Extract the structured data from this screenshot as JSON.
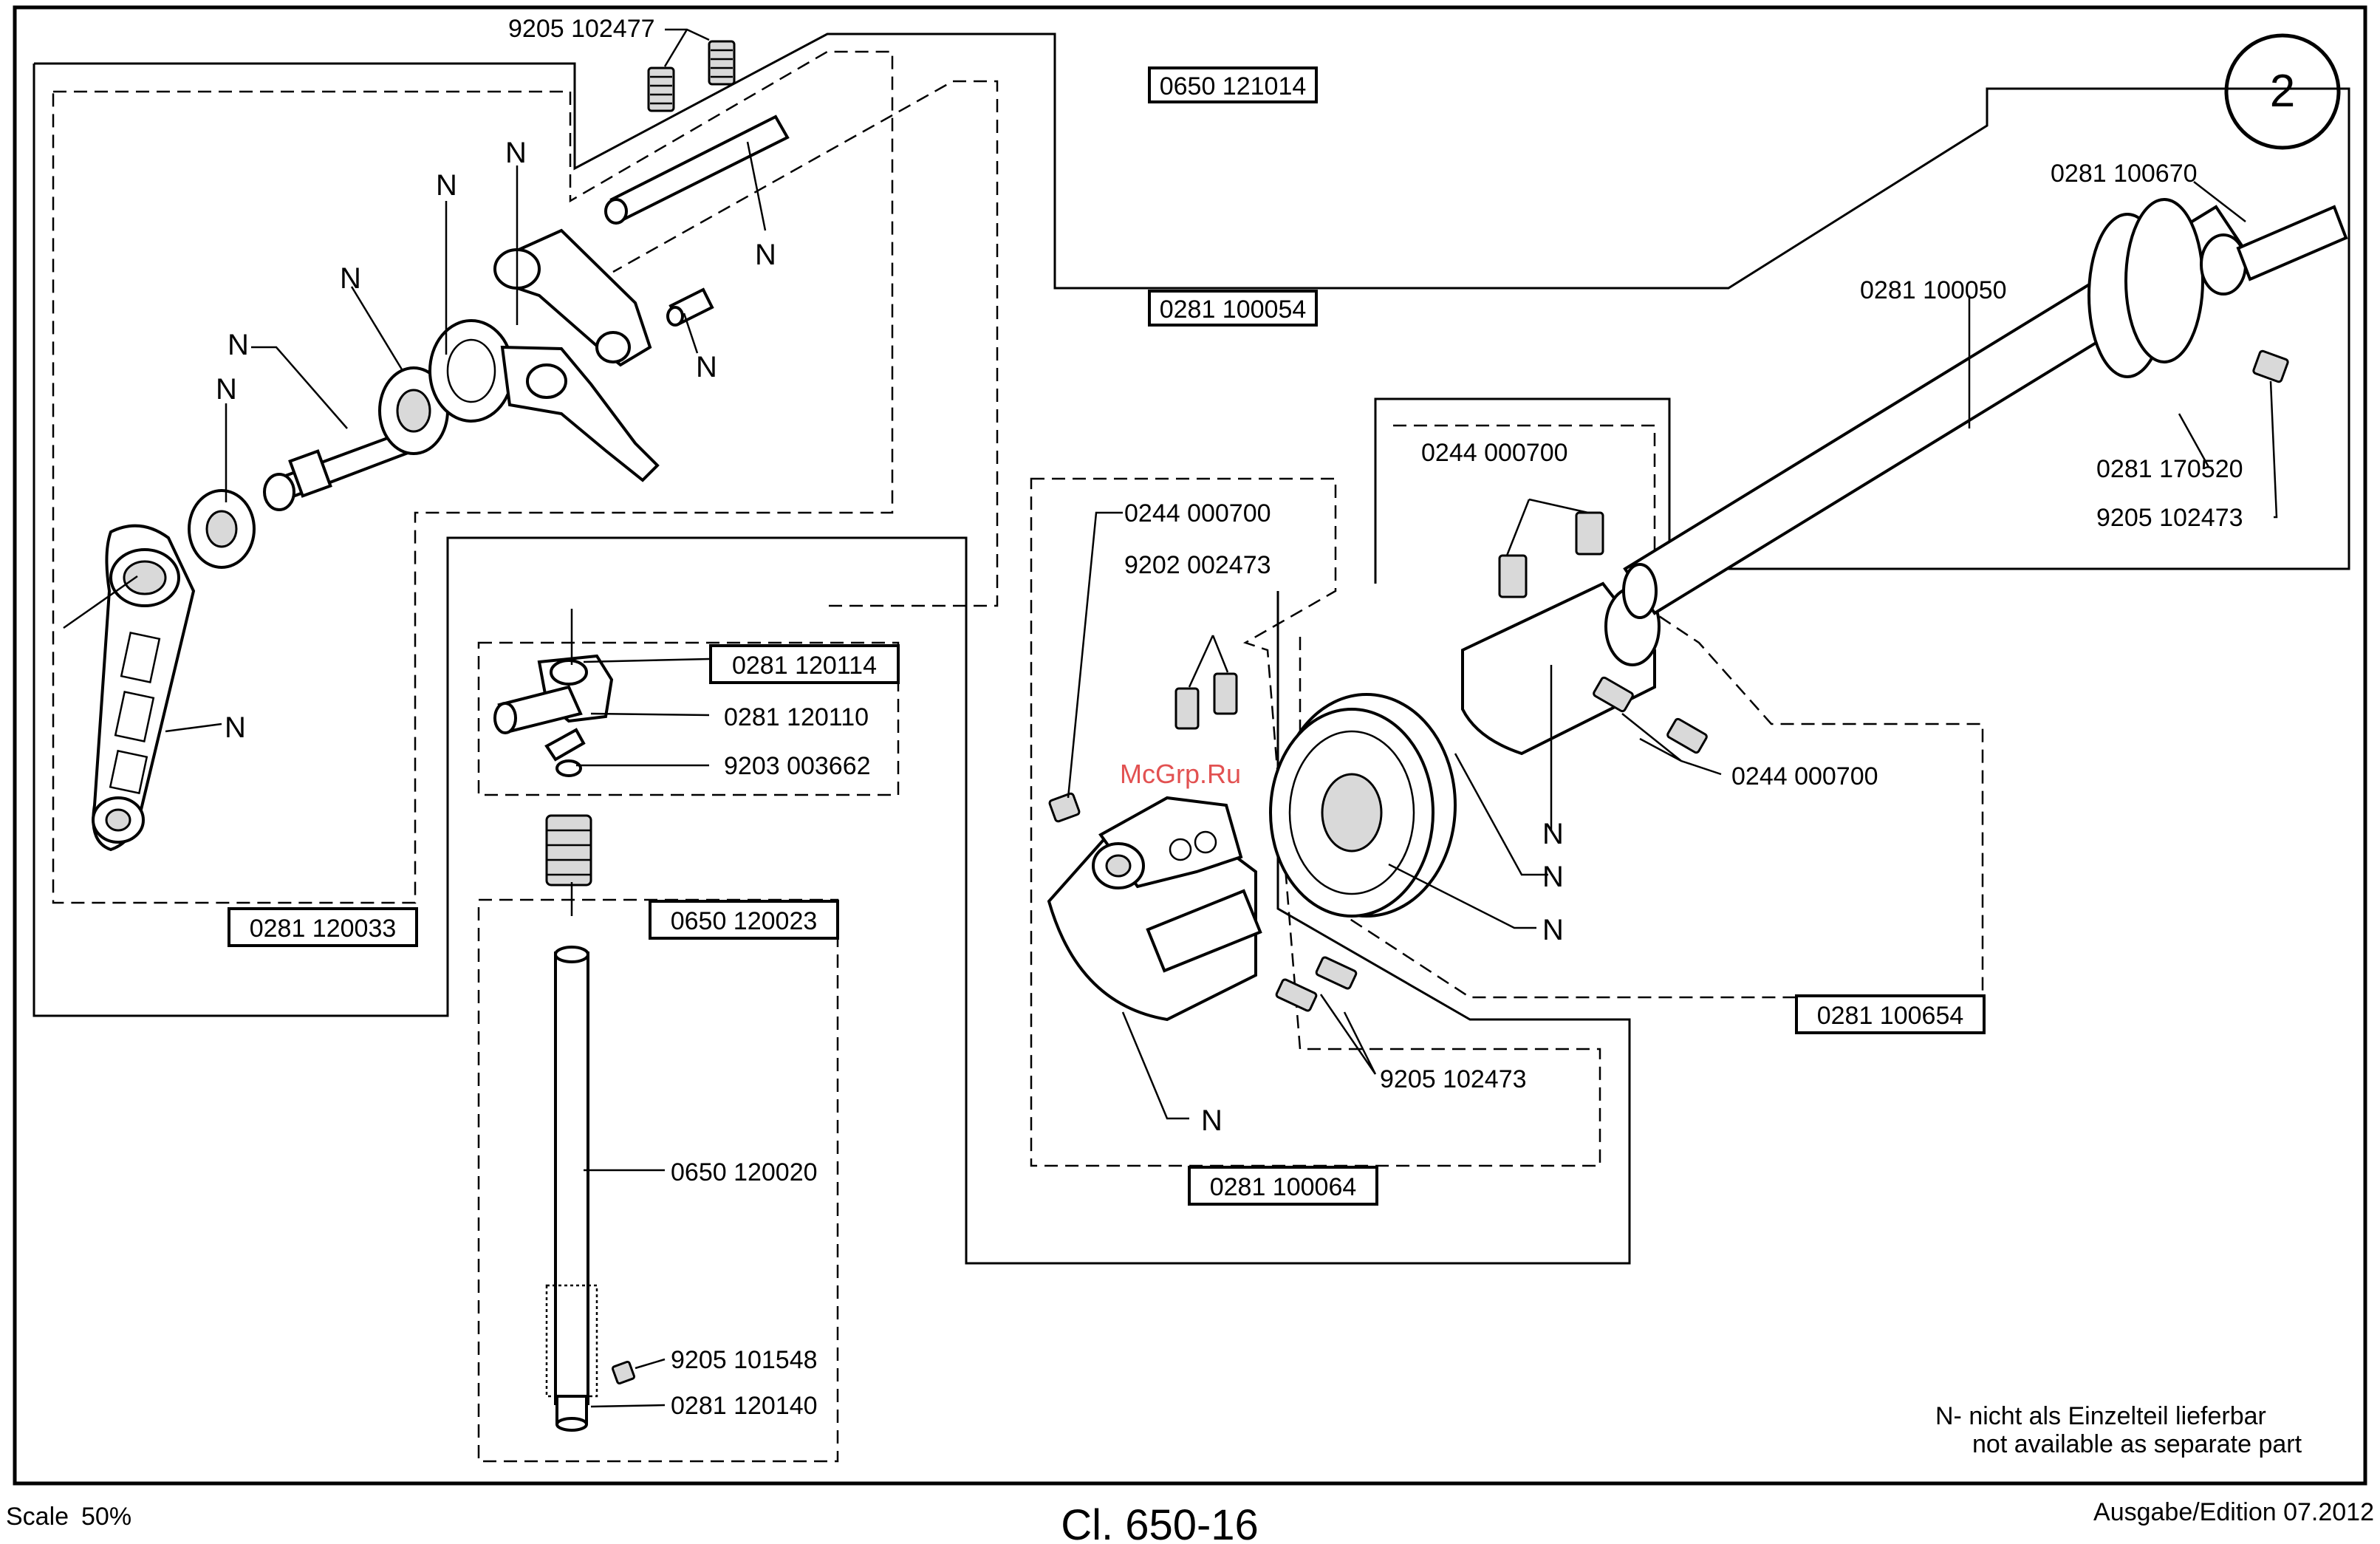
{
  "page_number": "2",
  "group_labels": {
    "g_121014": "0650 121014",
    "g_100054": "0281 100054",
    "g_120033": "0281 120033",
    "g_120114": "0281 120114",
    "g_120023": "0650 120023",
    "g_100064": "0281 100064",
    "g_100654": "0281 100654"
  },
  "part_labels": {
    "p_102477": "9205 102477",
    "p_100670": "0281 100670",
    "p_100050": "0281 100050",
    "p_170520": "0281 170520",
    "p_102473_a": "9205 102473",
    "p_000700_a": "0244 000700",
    "p_000700_b": "0244 000700",
    "p_002473": "9202 002473",
    "p_120110": "0281 120110",
    "p_003662": "9203 003662",
    "p_000700_c": "0244 000700",
    "p_102473_b": "9205 102473",
    "p_120020": "0650 120020",
    "p_101548": "9205 101548",
    "p_120140": "0281 120140"
  },
  "n_mark": "N",
  "watermark": "McGrp.Ru",
  "legend": {
    "line1": "N- nicht als Einzelteil lieferbar",
    "line2": "not available as separate part"
  },
  "footer": {
    "scale_label": "Scale",
    "scale_value": "50%",
    "title": "Cl. 650-16",
    "edition": "Ausgabe/Edition 07.2012"
  }
}
